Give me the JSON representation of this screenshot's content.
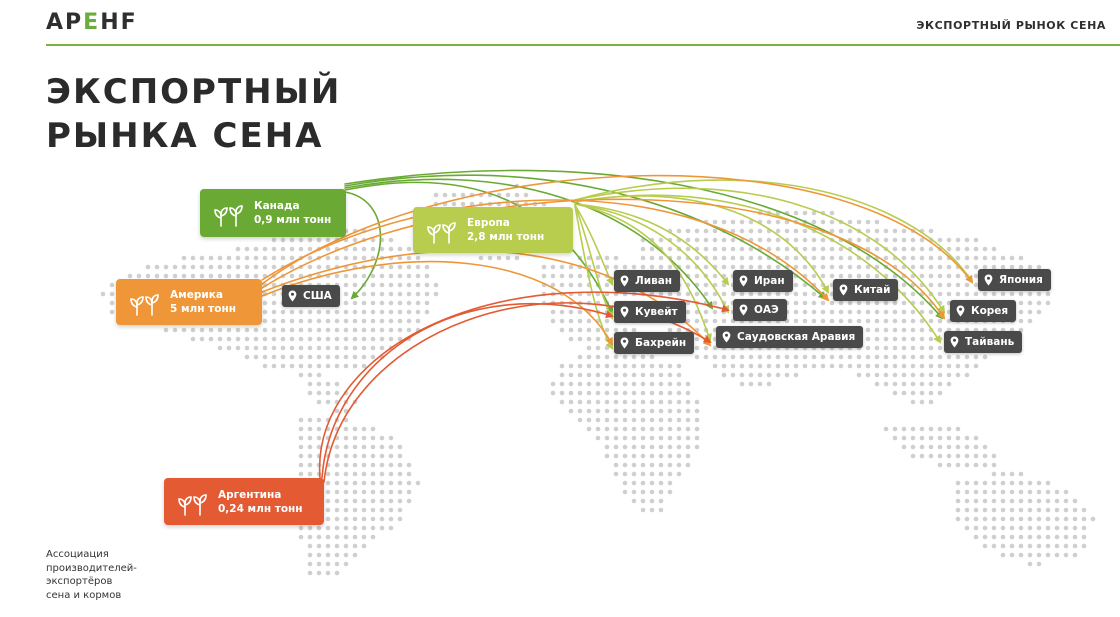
{
  "header": {
    "logo_left": "АР",
    "logo_mid": "Е",
    "logo_right": "НF",
    "section_title": "ЭКСПОРТНЫЙ РЫНОК СЕНА"
  },
  "page_title": [
    "ЭКСПОРТНЫЙ",
    "РЫНКА СЕНА"
  ],
  "regions": [
    {
      "id": "canada",
      "name": "Канада",
      "volume": "0,9 млн тонн",
      "color": "#6aaa34",
      "icon": "plant-icon"
    },
    {
      "id": "europe",
      "name": "Европа",
      "volume": "2,8 млн тонн",
      "color": "#b8cc4e",
      "icon": "plant-icon"
    },
    {
      "id": "america",
      "name": "Америка",
      "volume": "5 млн тонн",
      "color": "#ef9738",
      "icon": "plant-icon"
    },
    {
      "id": "argentina",
      "name": "Аргентина",
      "volume": "0,24 млн тонн",
      "color": "#e45a33",
      "icon": "plant-icon"
    }
  ],
  "destinations": [
    {
      "id": "usa",
      "label": "США",
      "icon": "location-pin-icon"
    },
    {
      "id": "lebanon",
      "label": "Ливан",
      "icon": "location-pin-icon"
    },
    {
      "id": "kuwait",
      "label": "Кувейт",
      "icon": "location-pin-icon"
    },
    {
      "id": "bahrain",
      "label": "Бахрейн",
      "icon": "location-pin-icon"
    },
    {
      "id": "iran",
      "label": "Иран",
      "icon": "location-pin-icon"
    },
    {
      "id": "uae",
      "label": "ОАЭ",
      "icon": "location-pin-icon"
    },
    {
      "id": "saudi",
      "label": "Саудовская Аравия",
      "icon": "location-pin-icon"
    },
    {
      "id": "china",
      "label": "Китай",
      "icon": "location-pin-icon"
    },
    {
      "id": "japan",
      "label": "Япония",
      "icon": "location-pin-icon"
    },
    {
      "id": "korea",
      "label": "Корея",
      "icon": "location-pin-icon"
    },
    {
      "id": "taiwan",
      "label": "Тайвань",
      "icon": "location-pin-icon"
    }
  ],
  "colors": {
    "brand_green": "#7bb342",
    "label_dark": "#4a4a4a",
    "map_dots": "#cfcfcf"
  },
  "footer": [
    "Ассоциация",
    "производителей-",
    "экспортёров",
    "сена и кормов"
  ]
}
